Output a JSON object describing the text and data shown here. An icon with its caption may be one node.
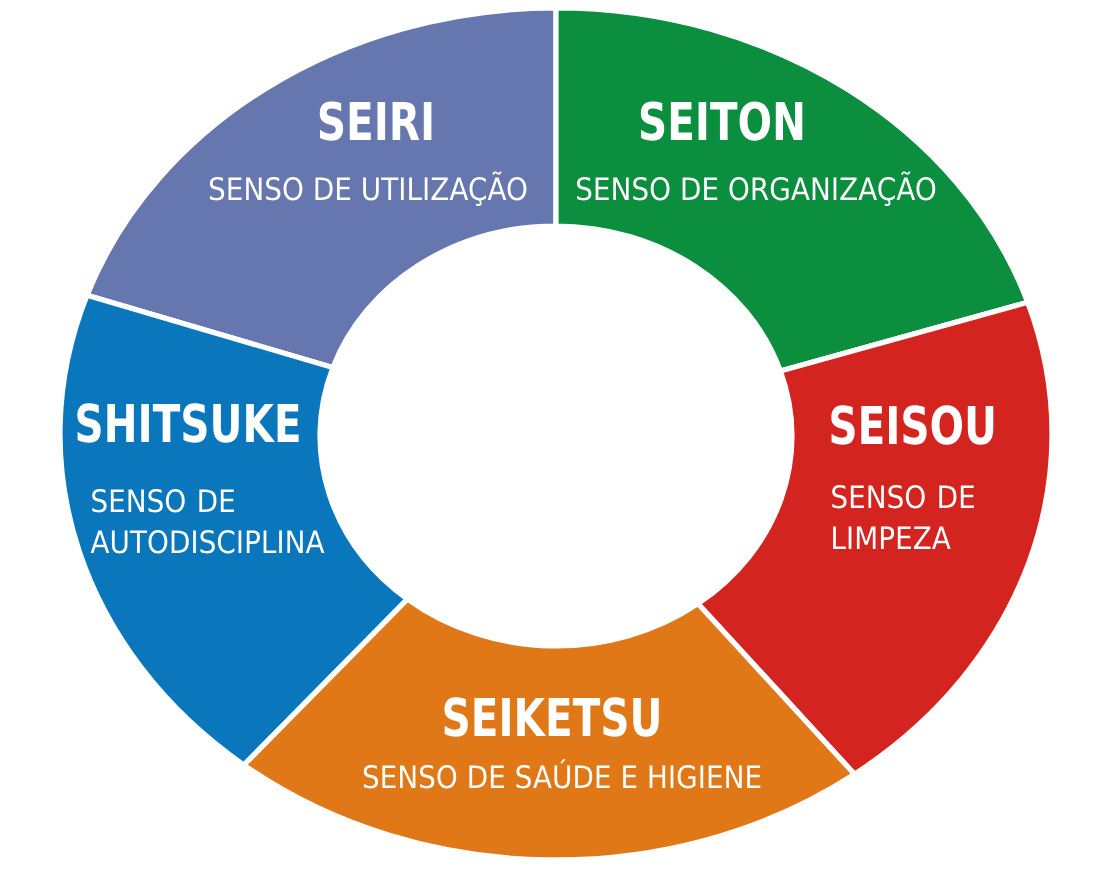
{
  "diagram": {
    "nodes": [
      {
        "text": [
          "SEIRI",
          "SENSO DE UTILIZAÇÃO"
        ]
      },
      {
        "text": [
          "SEITON",
          "SENSO DE ORGANIZAÇÃO"
        ]
      },
      {
        "text": [
          "SHITSUKE",
          "SENSO DE AUTODISCIPLINA"
        ]
      },
      {
        "text": [
          "SEISOU",
          "SENSO DE LIMPEZA"
        ]
      },
      {
        "text": [
          "SEIKETSU",
          "SENSO DE SAÚDE E HIGIENE"
        ]
      }
    ]
  }
}
